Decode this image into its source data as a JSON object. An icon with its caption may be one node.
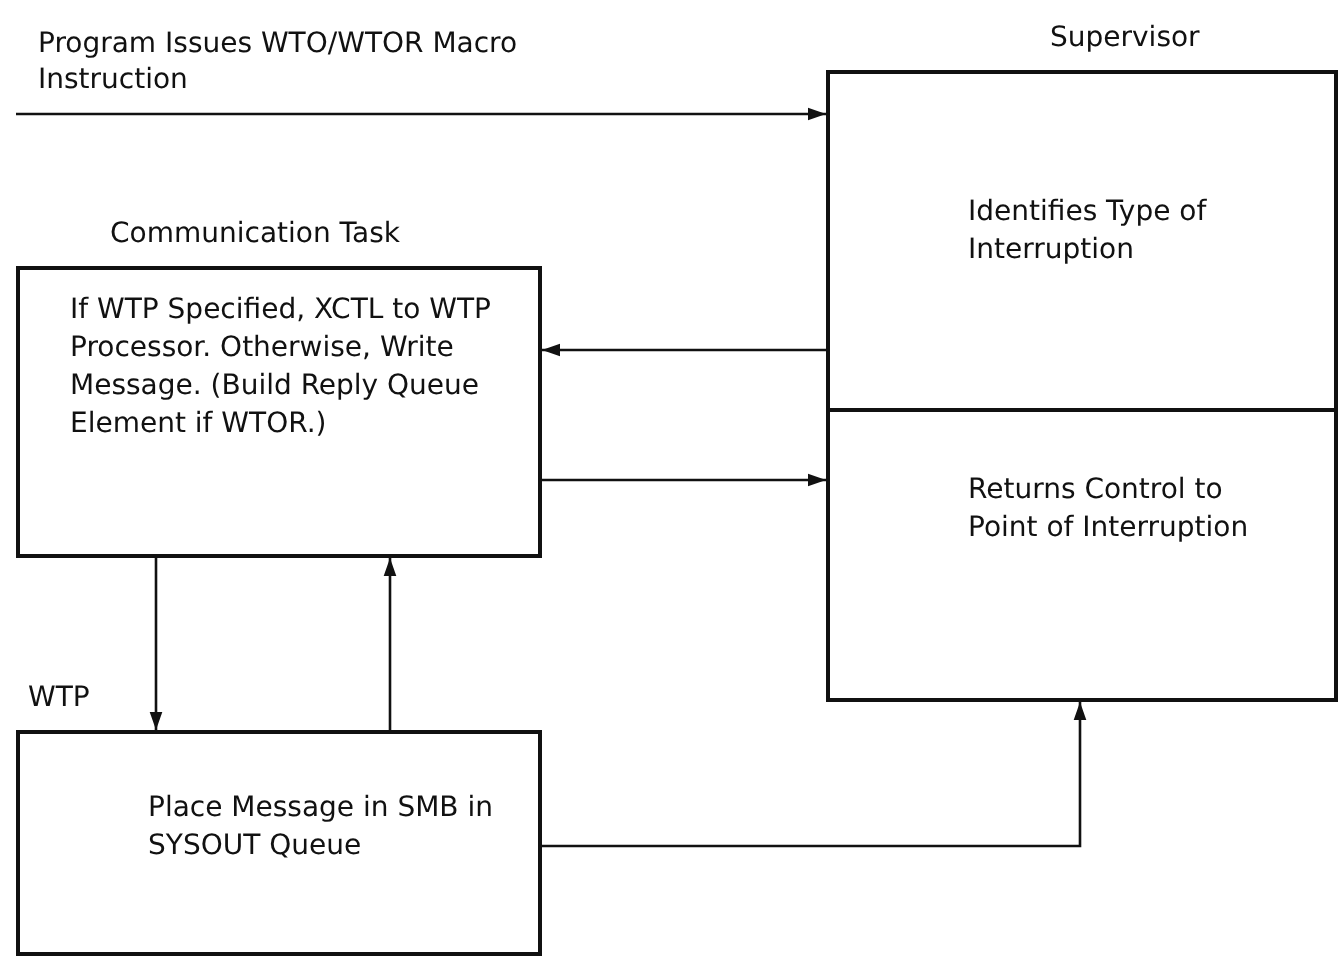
{
  "diagram": {
    "nodes": [
      {
        "text": [
          "Supervisor",
          "Identifies Type of Interruption"
        ]
      },
      {
        "text": [
          "Returns Control to Point of Interruption"
        ]
      },
      {
        "text": [
          "Communication Task",
          "If WTP Specified, XCTL to WTP Processor. Otherwise, Write Message. (Build Reply Queue Element if WTOR.)"
        ]
      },
      {
        "text": [
          "WTP",
          "Place Message in SMB in SYSOUT Queue"
        ]
      }
    ],
    "edges": [
      {
        "from": null,
        "to": 0,
        "arrow": "to",
        "label": "Program Issues WTO/WTOR Macro Instruction"
      },
      {
        "from": 0,
        "to": 2,
        "arrow": "to"
      },
      {
        "from": 2,
        "to": 1,
        "arrow": "to"
      },
      {
        "from": 2,
        "to": 3,
        "arrow": "to"
      },
      {
        "from": 3,
        "to": 2,
        "arrow": "to"
      },
      {
        "from": 3,
        "to": 1,
        "arrow": "to"
      }
    ]
  }
}
